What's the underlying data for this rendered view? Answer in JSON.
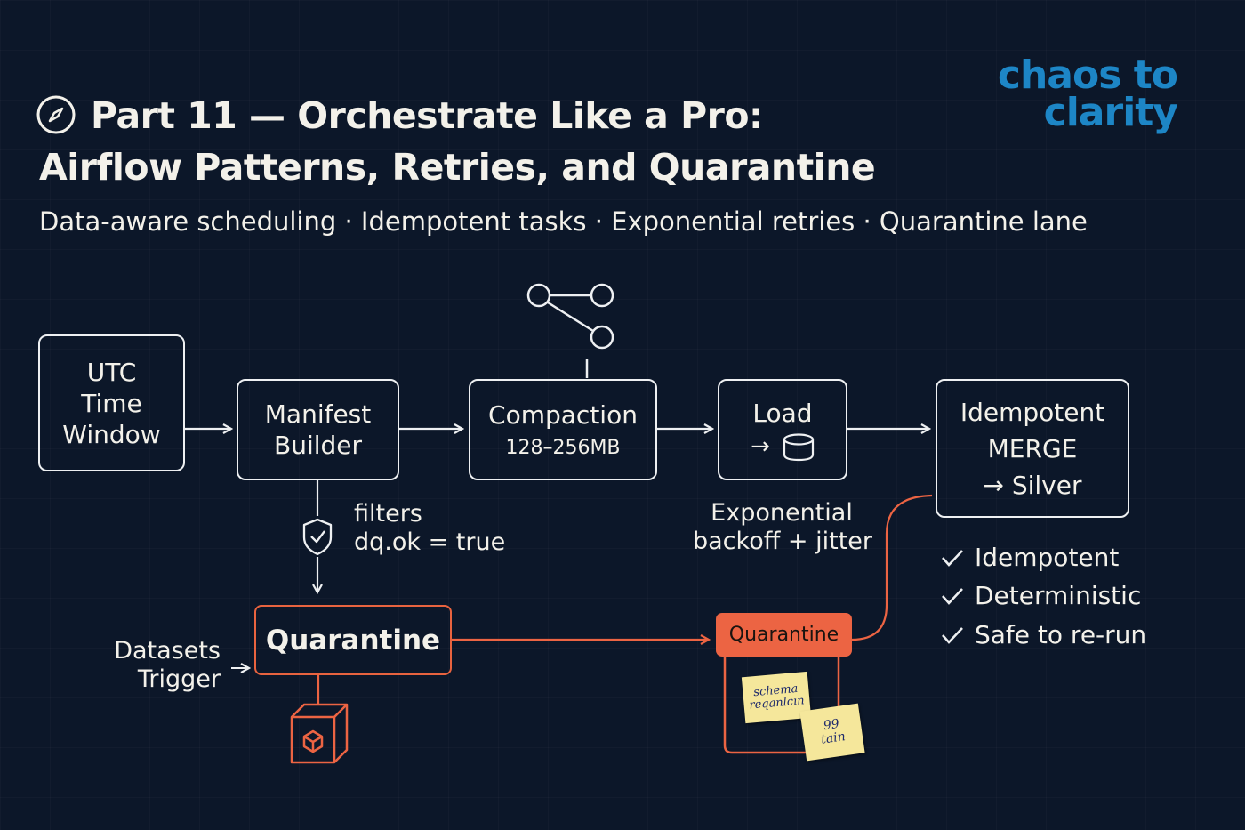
{
  "title": {
    "line1": "Part 11 — Orchestrate Like a Pro:",
    "line2": "Airflow Patterns, Retries, and Quarantine"
  },
  "subtitle": "Data-aware scheduling · Idempotent tasks · Exponential retries · Quarantine lane",
  "brand": {
    "line1": "chaos to",
    "line2": "clarity"
  },
  "nodes": {
    "utc": [
      "UTC",
      "Time",
      "Window"
    ],
    "manifest": [
      "Manifest",
      "Builder"
    ],
    "compaction": {
      "name": "Compaction",
      "detail": "128–256MB"
    },
    "load": {
      "name": "Load",
      "arrow": "→"
    },
    "merge": [
      "Idempotent",
      "MERGE",
      "→ Silver"
    ],
    "quarantine_main": "Quarantine",
    "quarantine_tag": "Quarantine"
  },
  "labels": {
    "filters": [
      "filters",
      "dq.ok = true"
    ],
    "backoff": [
      "Exponential",
      "backoff + jitter"
    ],
    "datasets": [
      "Datasets",
      "Trigger"
    ]
  },
  "notes": {
    "note1": [
      "schema",
      "reqanlcın"
    ],
    "note2": [
      "99",
      "tain"
    ]
  },
  "checklist": [
    "Idempotent",
    "Deterministic",
    "Safe to re-run"
  ],
  "colors": {
    "background": "#0c1729",
    "accent_orange": "#ec6443",
    "brand_blue": "#1d86c6",
    "note_yellow": "#f5e79b"
  }
}
